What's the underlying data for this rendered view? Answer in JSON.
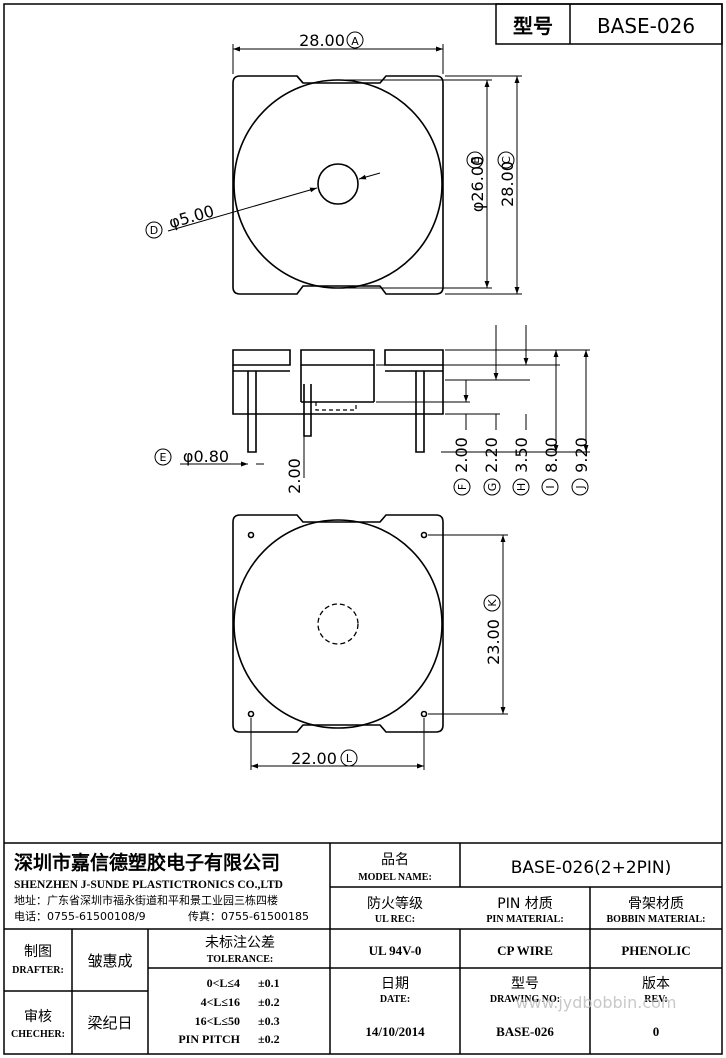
{
  "header": {
    "model_label": "型号",
    "model_value": "BASE-026"
  },
  "dimensions": {
    "A": "28.00",
    "A_tag": "A",
    "B": "φ26.00",
    "B_tag": "B",
    "C": "28.00",
    "C_tag": "C",
    "D": "φ5.00",
    "D_tag": "D",
    "E": "φ0.80",
    "E_tag": "E",
    "pin_len": "2.00",
    "F": "2.00",
    "F_tag": "F",
    "G": "2.20",
    "G_tag": "G",
    "H": "3.50",
    "H_tag": "H",
    "I": "8.00",
    "I_tag": "I",
    "J": "9.20",
    "J_tag": "J",
    "K": "23.00",
    "K_tag": "K",
    "L": "22.00",
    "L_tag": "L"
  },
  "title_block": {
    "company_cn": "深圳市嘉信德塑胶电子有限公司",
    "company_en": "SHENZHEN J-SUNDE PLASTICTRONICS CO.,LTD",
    "address": "地址：广东省深圳市福永街道和平和景工业园三栋四楼",
    "phone": "电话：0755-61500108/9",
    "fax": "传真：0755-61500185",
    "model_name_cn": "品名",
    "model_name_en": "MODEL NAME:",
    "model_name_value": "BASE-026(2+2PIN)",
    "ul_cn": "防火等级",
    "ul_en": "UL REC:",
    "pin_mat_cn": "PIN 材质",
    "pin_mat_en": "PIN MATERIAL:",
    "bobbin_mat_cn": "骨架材质",
    "bobbin_mat_en": "BOBBIN MATERIAL:",
    "ul_value": "UL 94V-0",
    "pin_value": "CP WIRE",
    "bobbin_value": "PHENOLIC",
    "drafter_cn": "制图",
    "drafter_en": "DRAFTER:",
    "drafter_name": "皱惠成",
    "checker_cn": "审核",
    "checker_en": "CHECHER:",
    "checker_name": "梁纪日",
    "tol_cn": "未标注公差",
    "tol_en": "TOLERANCE:",
    "tol_rows": [
      {
        "range": "0<L≤4",
        "value": "±0.1"
      },
      {
        "range": "4<L≤16",
        "value": "±0.2"
      },
      {
        "range": "16<L≤50",
        "value": "±0.3"
      },
      {
        "range": "PIN PITCH",
        "value": "±0.2"
      }
    ],
    "date_cn": "日期",
    "date_en": "DATE:",
    "drawing_no_cn": "型号",
    "drawing_no_en": "DRAWING NO:",
    "rev_cn": "版本",
    "rev_en": "REV:",
    "date_value": "14/10/2014",
    "drawing_no_value": "BASE-026",
    "rev_value": "0",
    "watermark": "www.jydbobbin.com"
  }
}
